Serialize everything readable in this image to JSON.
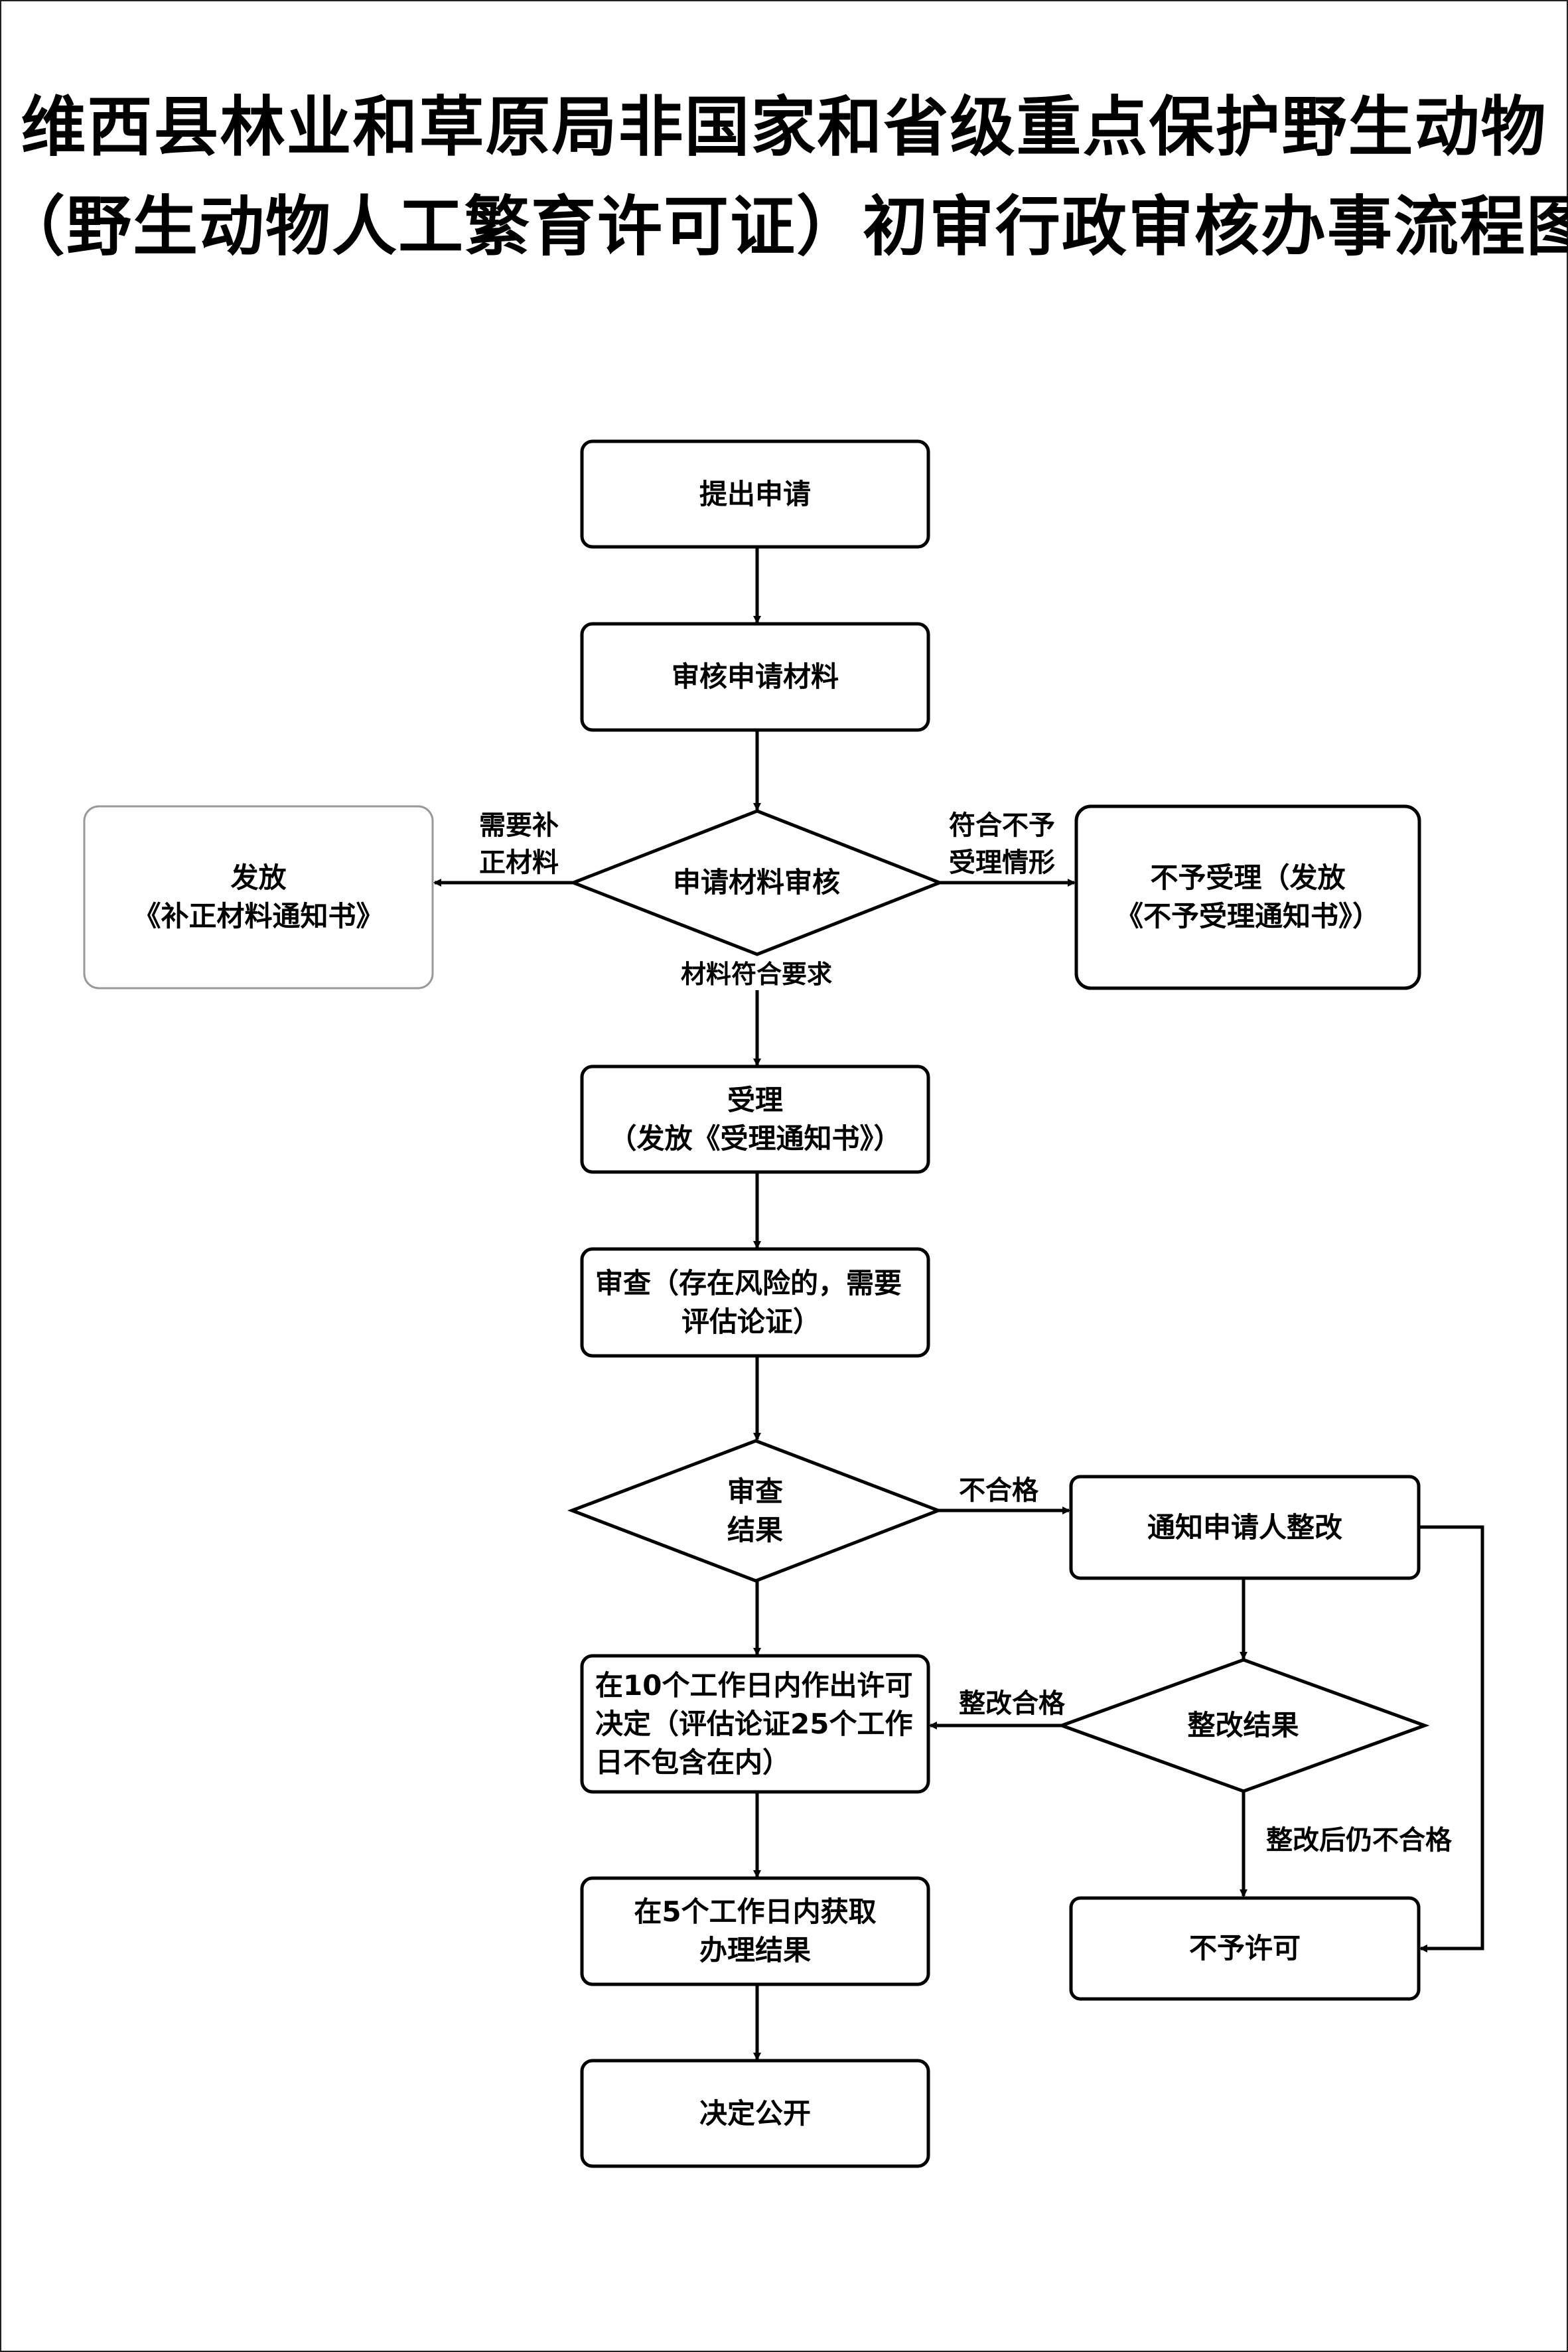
{
  "title": {
    "line1": "维西县林业和草原局非国家和省级重点保护野生动物",
    "line2": "（野生动物人工繁育许可证）初审行政审核办事流程图"
  },
  "nodes": {
    "submit": {
      "text": "提出申请"
    },
    "review_materials": {
      "text": "审核申请材料"
    },
    "materials_check": {
      "text": "申请材料审核"
    },
    "issue_supplement": {
      "line1": "发放",
      "line2": "《补正材料通知书》"
    },
    "reject_accept": {
      "line1": "不予受理（发放",
      "line2": "《不予受理通知书》）"
    },
    "accept": {
      "line1": "受理",
      "line2": "（发放《受理通知书》）"
    },
    "examine": {
      "line1": "审查（存在风险的，需要",
      "line2": "评估论证）"
    },
    "exam_result": {
      "line1": "审查",
      "line2": "结果"
    },
    "notify_fix": {
      "text": "通知申请人整改"
    },
    "decision": {
      "line1": "在10个工作日内作出许可",
      "line2": "决定（评估论证25个工作",
      "line3": "日不包含在内）"
    },
    "fix_result": {
      "text": "整改结果"
    },
    "obtain_result": {
      "line1": "在5个工作日内获取",
      "line2": "办理结果"
    },
    "deny_permit": {
      "text": "不予许可"
    },
    "publish": {
      "text": "决定公开"
    }
  },
  "edges": {
    "need_supplement": {
      "line1": "需要补",
      "line2": "正材料"
    },
    "meets_reject": {
      "line1": "符合不予",
      "line2": "受理情形"
    },
    "materials_ok": "材料符合要求",
    "unqualified": "不合格",
    "fix_qualified": "整改合格",
    "still_unqualified": "整改后仍不合格"
  },
  "colors": {
    "line": "#000000",
    "light_border": "#999999"
  }
}
